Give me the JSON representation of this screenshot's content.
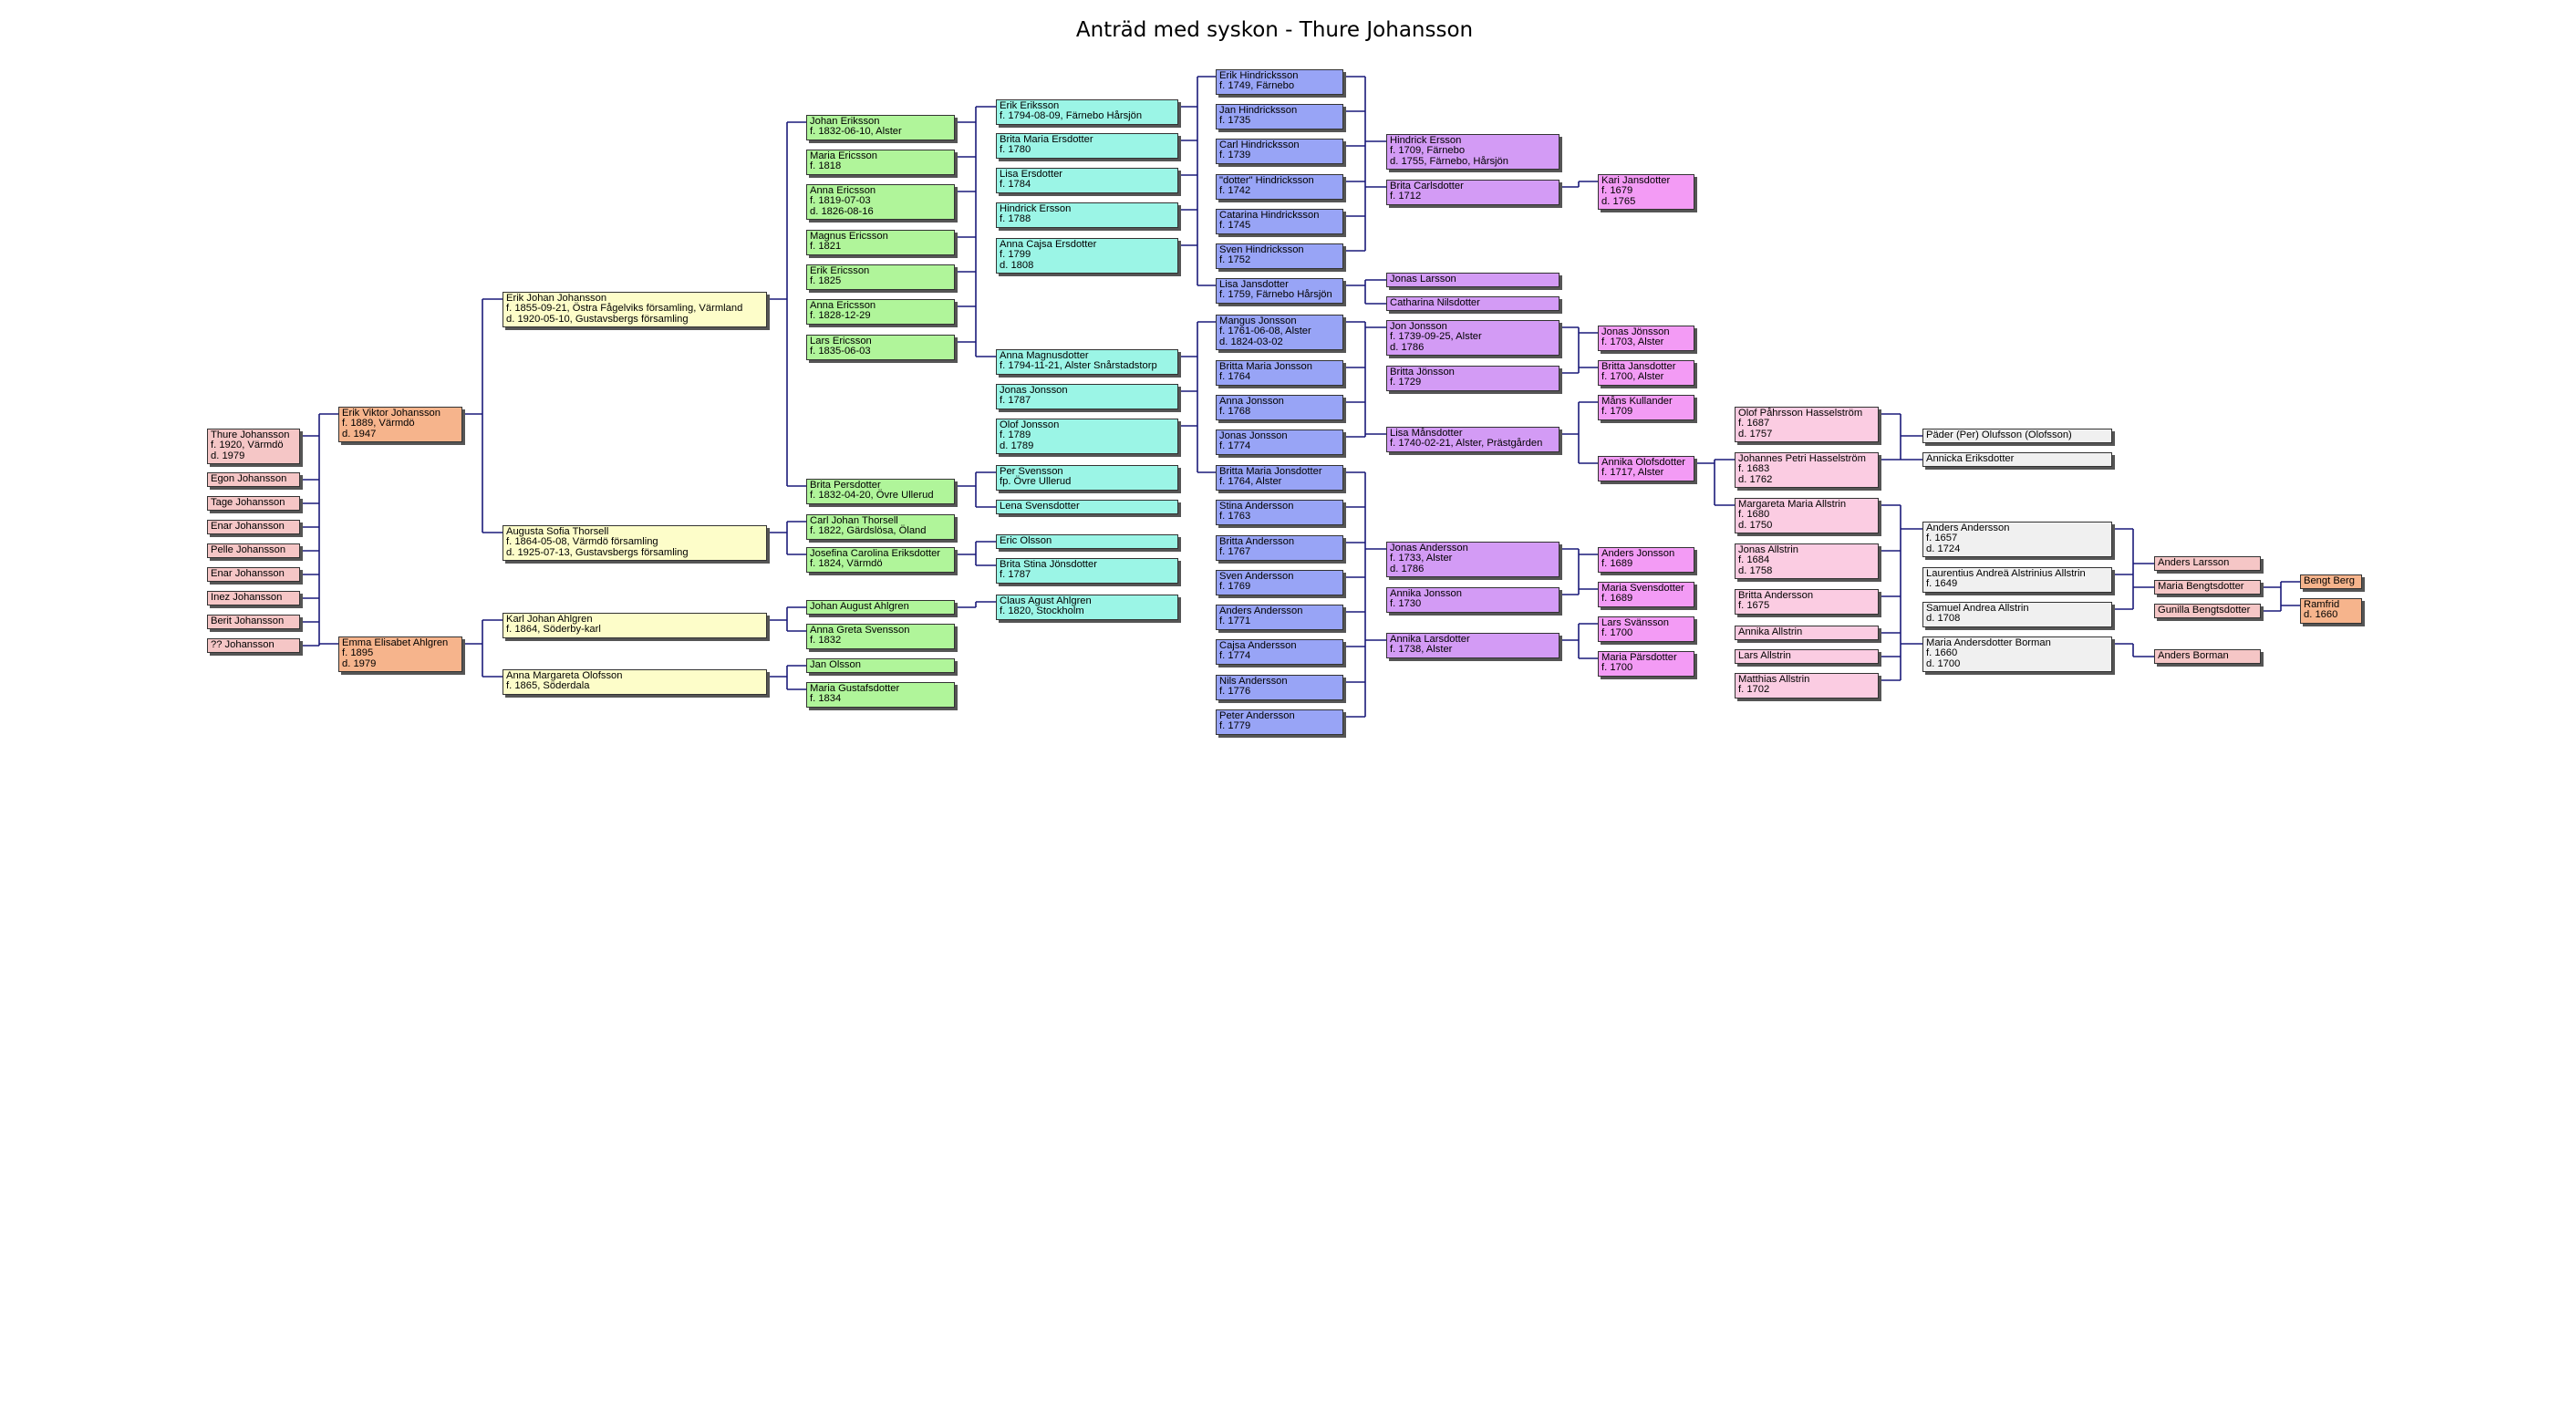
{
  "title": "Anträd med syskon - Thure Johansson",
  "palette": {
    "c1": "#f5c6c6",
    "c2": "#f6b48c",
    "c3": "#fdfdc9",
    "c4": "#b0f59a",
    "c5": "#9bf5e6",
    "c6": "#98a4f6",
    "c7": "#d39bf5",
    "c8": "#f39bf5",
    "c9": "#fbcce2",
    "c10": "#f0f0f0",
    "line": "#1a1a7a"
  },
  "persons": [
    {
      "id": "thure",
      "lines": [
        "Thure Johansson",
        "f. 1920, Värmdö",
        "d. 1979"
      ]
    },
    {
      "id": "egon",
      "lines": [
        "Egon Johansson"
      ]
    },
    {
      "id": "tage",
      "lines": [
        "Tage Johansson"
      ]
    },
    {
      "id": "enar1",
      "lines": [
        "Enar Johansson"
      ]
    },
    {
      "id": "pelle",
      "lines": [
        "Pelle Johansson"
      ]
    },
    {
      "id": "enar2",
      "lines": [
        "Enar Johansson"
      ]
    },
    {
      "id": "inez",
      "lines": [
        "Inez Johansson"
      ]
    },
    {
      "id": "berit",
      "lines": [
        "Berit Johansson"
      ]
    },
    {
      "id": "qq",
      "lines": [
        "?? Johansson"
      ]
    },
    {
      "id": "erikviktor",
      "lines": [
        "Erik Viktor Johansson",
        "f. 1889, Värmdö",
        "d. 1947"
      ]
    },
    {
      "id": "emma",
      "lines": [
        "Emma Elisabet Ahlgren",
        "f. 1895",
        "d. 1979"
      ]
    },
    {
      "id": "erikjohan",
      "lines": [
        "Erik Johan Johansson",
        "f. 1855-09-21, Östra Fågelviks församling, Värmland",
        "d. 1920-05-10, Gustavsbergs församling"
      ]
    },
    {
      "id": "augusta",
      "lines": [
        "Augusta Sofia Thorsell",
        "f. 1864-05-08, Värmdö församling",
        "d. 1925-07-13, Gustavsbergs församling"
      ]
    },
    {
      "id": "karljohan",
      "lines": [
        "Karl Johan Ahlgren",
        "f. 1864, Söderby-karl"
      ]
    },
    {
      "id": "annamarg",
      "lines": [
        "Anna Margareta Olofsson",
        "f. 1865, Söderdala"
      ]
    },
    {
      "id": "johaneriksson",
      "lines": [
        "Johan Eriksson",
        "f. 1832-06-10, Alster"
      ]
    },
    {
      "id": "mariaericsson",
      "lines": [
        "Maria Ericsson",
        "f. 1818"
      ]
    },
    {
      "id": "annaericsson",
      "lines": [
        "Anna Ericsson",
        "f. 1819-07-03",
        "d. 1826-08-16"
      ]
    },
    {
      "id": "magnusericsson",
      "lines": [
        "Magnus Ericsson",
        "f. 1821"
      ]
    },
    {
      "id": "erikericsson",
      "lines": [
        "Erik Ericsson",
        "f. 1825"
      ]
    },
    {
      "id": "annaericsson2",
      "lines": [
        "Anna Ericsson",
        "f. 1828-12-29"
      ]
    },
    {
      "id": "larsericsson",
      "lines": [
        "Lars Ericsson",
        "f. 1835-06-03"
      ]
    },
    {
      "id": "britapersdotter",
      "lines": [
        "Brita Persdotter",
        "f. 1832-04-20, Övre Ullerud"
      ]
    },
    {
      "id": "carljohan",
      "lines": [
        "Carl Johan Thorsell",
        "f. 1822, Gärdslösa, Öland"
      ]
    },
    {
      "id": "josefina",
      "lines": [
        "Josefina Carolina Eriksdotter",
        "f. 1824, Värmdö"
      ]
    },
    {
      "id": "johanaugust",
      "lines": [
        "Johan August Ahlgren"
      ]
    },
    {
      "id": "annagreta",
      "lines": [
        "Anna Greta Svensson",
        "f. 1832"
      ]
    },
    {
      "id": "janolsson",
      "lines": [
        "Jan Olsson"
      ]
    },
    {
      "id": "mariagustaf",
      "lines": [
        "Maria Gustafsdotter",
        "f. 1834"
      ]
    },
    {
      "id": "erikeriksson",
      "lines": [
        "Erik Eriksson",
        "f. 1794-08-09, Färnebo Hårsjön"
      ]
    },
    {
      "id": "britamaria",
      "lines": [
        "Brita Maria Ersdotter",
        "f. 1780"
      ]
    },
    {
      "id": "lisaersdotter",
      "lines": [
        "Lisa Ersdotter",
        "f. 1784"
      ]
    },
    {
      "id": "hindrickersson",
      "lines": [
        "Hindrick Ersson",
        "f. 1788"
      ]
    },
    {
      "id": "annacajsa",
      "lines": [
        "Anna Cajsa Ersdotter",
        "f. 1799",
        "d. 1808"
      ]
    },
    {
      "id": "annamagnus",
      "lines": [
        "Anna Magnusdotter",
        "f. 1794-11-21, Alster Snårstadstorp"
      ]
    },
    {
      "id": "jonasjonsson",
      "lines": [
        "Jonas Jonsson",
        "f. 1787"
      ]
    },
    {
      "id": "olofjonsson",
      "lines": [
        "Olof Jonsson",
        "f. 1789",
        "d. 1789"
      ]
    },
    {
      "id": "persvensson",
      "lines": [
        "Per Svensson",
        "fp. Övre Ullerud"
      ]
    },
    {
      "id": "lenasvens",
      "lines": [
        "Lena Svensdotter"
      ]
    },
    {
      "id": "ericolsson",
      "lines": [
        "Eric Olsson"
      ]
    },
    {
      "id": "britastina",
      "lines": [
        "Brita Stina Jönsdotter",
        "f. 1787"
      ]
    },
    {
      "id": "clausagust",
      "lines": [
        "Claus Agust Ahlgren",
        "f. 1820, Stockholm"
      ]
    },
    {
      "id": "erikhind",
      "lines": [
        "Erik Hindricksson",
        "f. 1749, Färnebo"
      ]
    },
    {
      "id": "janhind",
      "lines": [
        "Jan Hindricksson",
        "f. 1735"
      ]
    },
    {
      "id": "carlhind",
      "lines": [
        "Carl Hindricksson",
        "f. 1739"
      ]
    },
    {
      "id": "dotterhind",
      "lines": [
        "\"dotter\" Hindricksson",
        "f. 1742"
      ]
    },
    {
      "id": "catarinahind",
      "lines": [
        "Catarina Hindricksson",
        "f. 1745"
      ]
    },
    {
      "id": "svenhind",
      "lines": [
        "Sven Hindricksson",
        "f. 1752"
      ]
    },
    {
      "id": "lisajans",
      "lines": [
        "Lisa Jansdotter",
        "f. 1759, Färnebo Hårsjön"
      ]
    },
    {
      "id": "mangus",
      "lines": [
        "Mangus Jonsson",
        "f. 1761-06-08, Alster",
        "d. 1824-03-02"
      ]
    },
    {
      "id": "brittamariajonsson",
      "lines": [
        "Britta Maria Jonsson",
        "f. 1764"
      ]
    },
    {
      "id": "annajonsson",
      "lines": [
        "Anna Jonsson",
        "f. 1768"
      ]
    },
    {
      "id": "jonasjonsson2",
      "lines": [
        "Jonas Jonsson",
        "f. 1774"
      ]
    },
    {
      "id": "brittamariajons",
      "lines": [
        "Britta Maria Jonsdotter",
        "f. 1764, Alster"
      ]
    },
    {
      "id": "stina",
      "lines": [
        "Stina Andersson",
        "f. 1763"
      ]
    },
    {
      "id": "brittaand",
      "lines": [
        "Britta Andersson",
        "f. 1767"
      ]
    },
    {
      "id": "svenand",
      "lines": [
        "Sven Andersson",
        "f. 1769"
      ]
    },
    {
      "id": "andersand",
      "lines": [
        "Anders Andersson",
        "f. 1771"
      ]
    },
    {
      "id": "cajsa",
      "lines": [
        "Cajsa Andersson",
        "f. 1774"
      ]
    },
    {
      "id": "nils",
      "lines": [
        "Nils Andersson",
        "f. 1776"
      ]
    },
    {
      "id": "peter",
      "lines": [
        "Peter Andersson",
        "f. 1779"
      ]
    },
    {
      "id": "hindrickersson2",
      "lines": [
        "Hindrick Ersson",
        "f. 1709, Färnebo",
        "d. 1755, Färnebo, Hårsjön"
      ]
    },
    {
      "id": "britacarls",
      "lines": [
        "Brita Carlsdotter",
        "f. 1712"
      ]
    },
    {
      "id": "jonaslarsson",
      "lines": [
        "Jonas Larsson"
      ]
    },
    {
      "id": "catharina",
      "lines": [
        "Catharina Nilsdotter"
      ]
    },
    {
      "id": "jonjonsson",
      "lines": [
        "Jon Jonsson",
        "f. 1739-09-25, Alster",
        "d. 1786"
      ]
    },
    {
      "id": "brittajonsson",
      "lines": [
        "Britta Jönsson",
        "f. 1729"
      ]
    },
    {
      "id": "lisamans",
      "lines": [
        "Lisa Månsdotter",
        "f. 1740-02-21, Alster, Prästgården"
      ]
    },
    {
      "id": "jonasand",
      "lines": [
        "Jonas Andersson",
        "f. 1733, Alster",
        "d. 1786"
      ]
    },
    {
      "id": "annikajons",
      "lines": [
        "Annika Jonsson",
        "f. 1730"
      ]
    },
    {
      "id": "annikalars",
      "lines": [
        "Annika Larsdotter",
        "f. 1738, Alster"
      ]
    },
    {
      "id": "karijans",
      "lines": [
        "Kari Jansdotter",
        "f. 1679",
        "d. 1765"
      ]
    },
    {
      "id": "jonasjonsson3",
      "lines": [
        "Jonas Jönsson",
        "f. 1703, Alster"
      ]
    },
    {
      "id": "brittajans",
      "lines": [
        "Britta Jansdotter",
        "f. 1700, Alster"
      ]
    },
    {
      "id": "manskull",
      "lines": [
        "Måns Kullander",
        "f. 1709"
      ]
    },
    {
      "id": "annikaolofs",
      "lines": [
        "Annika Olofsdotter",
        "f. 1717, Alster"
      ]
    },
    {
      "id": "andersjonsson",
      "lines": [
        "Anders Jonsson",
        "f. 1689"
      ]
    },
    {
      "id": "mariasvens",
      "lines": [
        "Maria Svensdotter",
        "f. 1689"
      ]
    },
    {
      "id": "larssvansson",
      "lines": [
        "Lars Svänsson",
        "f. 1700"
      ]
    },
    {
      "id": "mariapars",
      "lines": [
        "Maria Pärsdotter",
        "f. 1700"
      ]
    },
    {
      "id": "olofpahr",
      "lines": [
        "Olof Påhrsson Hasselström",
        "f. 1687",
        "d. 1757"
      ]
    },
    {
      "id": "johannespetri",
      "lines": [
        "Johannes Petri Hasselström",
        "f. 1683",
        "d. 1762"
      ]
    },
    {
      "id": "margareta",
      "lines": [
        "Margareta Maria Allstrin",
        "f. 1680",
        "d. 1750"
      ]
    },
    {
      "id": "jonasallstrin",
      "lines": [
        "Jonas Allstrin",
        "f. 1684",
        "d. 1758"
      ]
    },
    {
      "id": "brittaand2",
      "lines": [
        "Britta Andersson",
        "f. 1675"
      ]
    },
    {
      "id": "annikaallstrin",
      "lines": [
        "Annika Allstrin"
      ]
    },
    {
      "id": "larsallstrin",
      "lines": [
        "Lars Allstrin"
      ]
    },
    {
      "id": "matthias",
      "lines": [
        "Matthias Allstrin",
        "f. 1702"
      ]
    },
    {
      "id": "pader",
      "lines": [
        "Päder (Per) Olufsson (Olofsson)"
      ]
    },
    {
      "id": "annickaeriks",
      "lines": [
        "Annicka Eriksdotter"
      ]
    },
    {
      "id": "andersanders2",
      "lines": [
        "Anders Andersson",
        "f. 1657",
        "d. 1724"
      ]
    },
    {
      "id": "laurentius",
      "lines": [
        "Laurentius Andreä Alstrinius Allstrin",
        "f. 1649"
      ]
    },
    {
      "id": "samuel",
      "lines": [
        "Samuel Andrea Allstrin",
        "d. 1708"
      ]
    },
    {
      "id": "mariaandersdotter",
      "lines": [
        "Maria Andersdotter Borman",
        "f. 1660",
        "d. 1700"
      ]
    },
    {
      "id": "anderslarsson",
      "lines": [
        "Anders Larsson"
      ]
    },
    {
      "id": "mariabengts",
      "lines": [
        "Maria Bengtsdotter"
      ]
    },
    {
      "id": "gunilla",
      "lines": [
        "Gunilla Bengtsdotter"
      ]
    },
    {
      "id": "andersborman",
      "lines": [
        "Anders Borman"
      ]
    },
    {
      "id": "bengtberg",
      "lines": [
        "Bengt Berg"
      ]
    },
    {
      "id": "ramfrid",
      "lines": [
        "Ramfrid",
        "d. 1660"
      ]
    }
  ]
}
